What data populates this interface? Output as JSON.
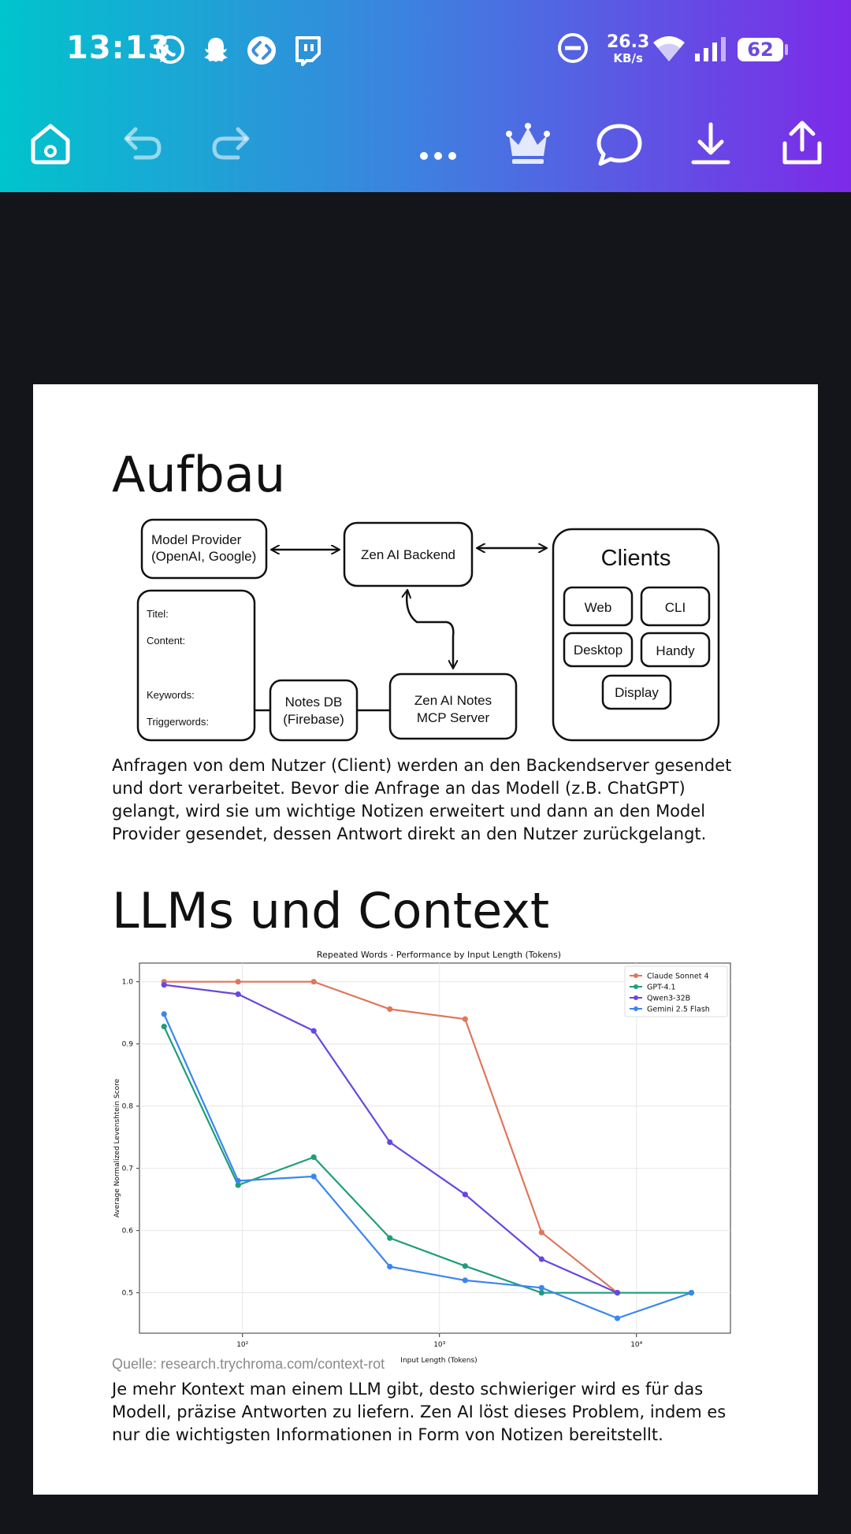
{
  "status_bar": {
    "time": "13:13",
    "net_speed_value": "26.3",
    "net_speed_unit": "KB/s",
    "battery": "62"
  },
  "toolbar": {
    "home": "home-icon",
    "undo": "undo-icon",
    "redo": "redo-icon",
    "more": "more-icon",
    "premium": "crown-icon",
    "comments": "comment-icon",
    "download": "download-icon",
    "share": "share-icon"
  },
  "colors": {
    "gradient_start": "#00c4cc",
    "gradient_end": "#7d2ae8",
    "claude": "#e0775a",
    "gpt": "#1f9e78",
    "qwen": "#6a46e0",
    "gemini": "#3a86f0"
  },
  "doc": {
    "section1_title": "Aufbau",
    "diagram": {
      "model_provider_line1": "Model Provider",
      "model_provider_line2": "(OpenAI, Google)",
      "backend": "Zen AI Backend",
      "clients_title": "Clients",
      "client_web": "Web",
      "client_cli": "CLI",
      "client_desktop": "Desktop",
      "client_handy": "Handy",
      "client_display": "Display",
      "note_titel": "Titel:",
      "note_content": "Content:",
      "note_keywords": "Keywords:",
      "note_triggerwords": "Triggerwords:",
      "notes_db_line1": "Notes DB",
      "notes_db_line2": "(Firebase)",
      "mcp_line1": "Zen AI Notes",
      "mcp_line2": "MCP Server"
    },
    "paragraph1": "Anfragen von dem Nutzer (Client) werden an den Backendserver gesendet und dort verarbeitet. Bevor die Anfrage an das Modell (z.B. ChatGPT) gelangt, wird sie um wichtige Notizen erweitert und dann an den Model Provider gesendet, dessen Antwort direkt an den Nutzer zurückgelangt.",
    "section2_title": "LLMs und  Context",
    "source": "Quelle: research.trychroma.com/context-rot",
    "paragraph2": "Je mehr Kontext man einem LLM gibt, desto schwieriger wird es für das Modell, präzise Antworten zu liefern. Zen AI löst dieses Problem, indem es nur die wichtigsten Informationen in Form von Notizen bereitstellt."
  },
  "chart_data": {
    "type": "line",
    "title": "Repeated Words - Performance by Input Length (Tokens)",
    "xlabel": "Input Length (Tokens)",
    "ylabel": "Average Normalized Levenshtein Score",
    "x_scale": "log",
    "xlim": [
      30,
      30000
    ],
    "ylim": [
      0.435,
      1.03
    ],
    "xticks": [
      100,
      1000,
      10000
    ],
    "xtick_labels": [
      "10²",
      "10³",
      "10⁴"
    ],
    "yticks": [
      0.5,
      0.6,
      0.7,
      0.8,
      0.9,
      1.0
    ],
    "ytick_labels": [
      "0.5",
      "0.6",
      "0.7",
      "0.8",
      "0.9",
      "1.0"
    ],
    "grid": true,
    "legend": "top-right",
    "series": [
      {
        "name": "Claude Sonnet 4",
        "color": "#e0775a",
        "x": [
          40,
          95,
          230,
          560,
          1350,
          3300,
          8000
        ],
        "y": [
          1.0,
          1.0,
          1.0,
          0.956,
          0.94,
          0.597,
          0.5
        ]
      },
      {
        "name": "GPT-4.1",
        "color": "#1f9e78",
        "x": [
          40,
          95,
          230,
          560,
          1350,
          3300,
          8000,
          19000
        ],
        "y": [
          0.928,
          0.673,
          0.718,
          0.588,
          0.543,
          0.5,
          0.5,
          0.5
        ]
      },
      {
        "name": "Qwen3-32B",
        "color": "#6a46e0",
        "x": [
          40,
          95,
          230,
          560,
          1350,
          3300,
          8000
        ],
        "y": [
          0.995,
          0.98,
          0.921,
          0.742,
          0.658,
          0.554,
          0.5
        ]
      },
      {
        "name": "Gemini 2.5 Flash",
        "color": "#3a86f0",
        "x": [
          40,
          95,
          230,
          560,
          1350,
          3300,
          8000,
          19000
        ],
        "y": [
          0.948,
          0.68,
          0.687,
          0.542,
          0.52,
          0.508,
          0.459,
          0.5
        ]
      }
    ]
  }
}
